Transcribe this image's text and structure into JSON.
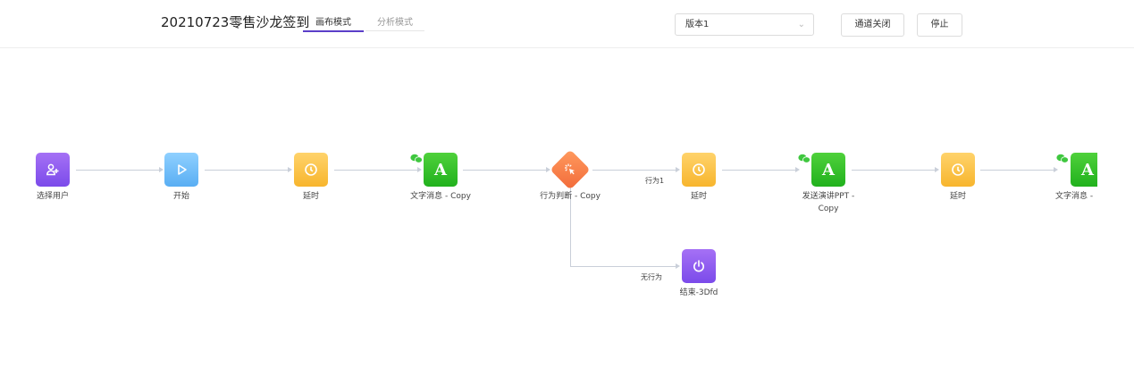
{
  "header": {
    "title": "20210723零售沙龙签到",
    "tabs": [
      {
        "label": "画布模式",
        "active": true
      },
      {
        "label": "分析模式",
        "active": false
      }
    ],
    "version_select": {
      "value": "版本1",
      "chevron_icon": "chevron-down-icon"
    },
    "buttons": {
      "close_channel": "通道关闭",
      "stop": "停止"
    }
  },
  "flow": {
    "nodes": [
      {
        "id": "select-user",
        "label": "选择用户",
        "icon": "add-user-icon",
        "color": "#8b5cf0"
      },
      {
        "id": "start",
        "label": "开始",
        "icon": "play-icon",
        "color": "#6ec1fb"
      },
      {
        "id": "delay-1",
        "label": "延时",
        "icon": "clock-icon",
        "color": "#f9c247"
      },
      {
        "id": "text-msg-copy",
        "label": "文字消息 - Copy",
        "icon": "text-a-icon",
        "color": "#33c22a",
        "wechat": true
      },
      {
        "id": "behavior-judge",
        "label": "行为判断 - Copy",
        "icon": "click-icon",
        "color": "#f47a44"
      },
      {
        "id": "delay-2",
        "label": "延时",
        "icon": "clock-icon",
        "color": "#f9c247"
      },
      {
        "id": "send-ppt",
        "label": "发送演讲PPT -",
        "label2": "Copy",
        "icon": "text-a-icon",
        "color": "#33c22a",
        "wechat": true
      },
      {
        "id": "delay-3",
        "label": "延时",
        "icon": "clock-icon",
        "color": "#f9c247"
      },
      {
        "id": "text-msg-2",
        "label": "文字消息 -",
        "icon": "text-a-icon",
        "color": "#33c22a",
        "wechat": true
      },
      {
        "id": "end",
        "label": "结束-3Dfd",
        "icon": "power-icon",
        "color": "#8b5cf0"
      }
    ],
    "edge_labels": {
      "behavior1": "行为1",
      "no_behavior": "无行为"
    }
  },
  "colors": {
    "accent": "#5b3ec8",
    "edge": "#c9cfd9"
  }
}
